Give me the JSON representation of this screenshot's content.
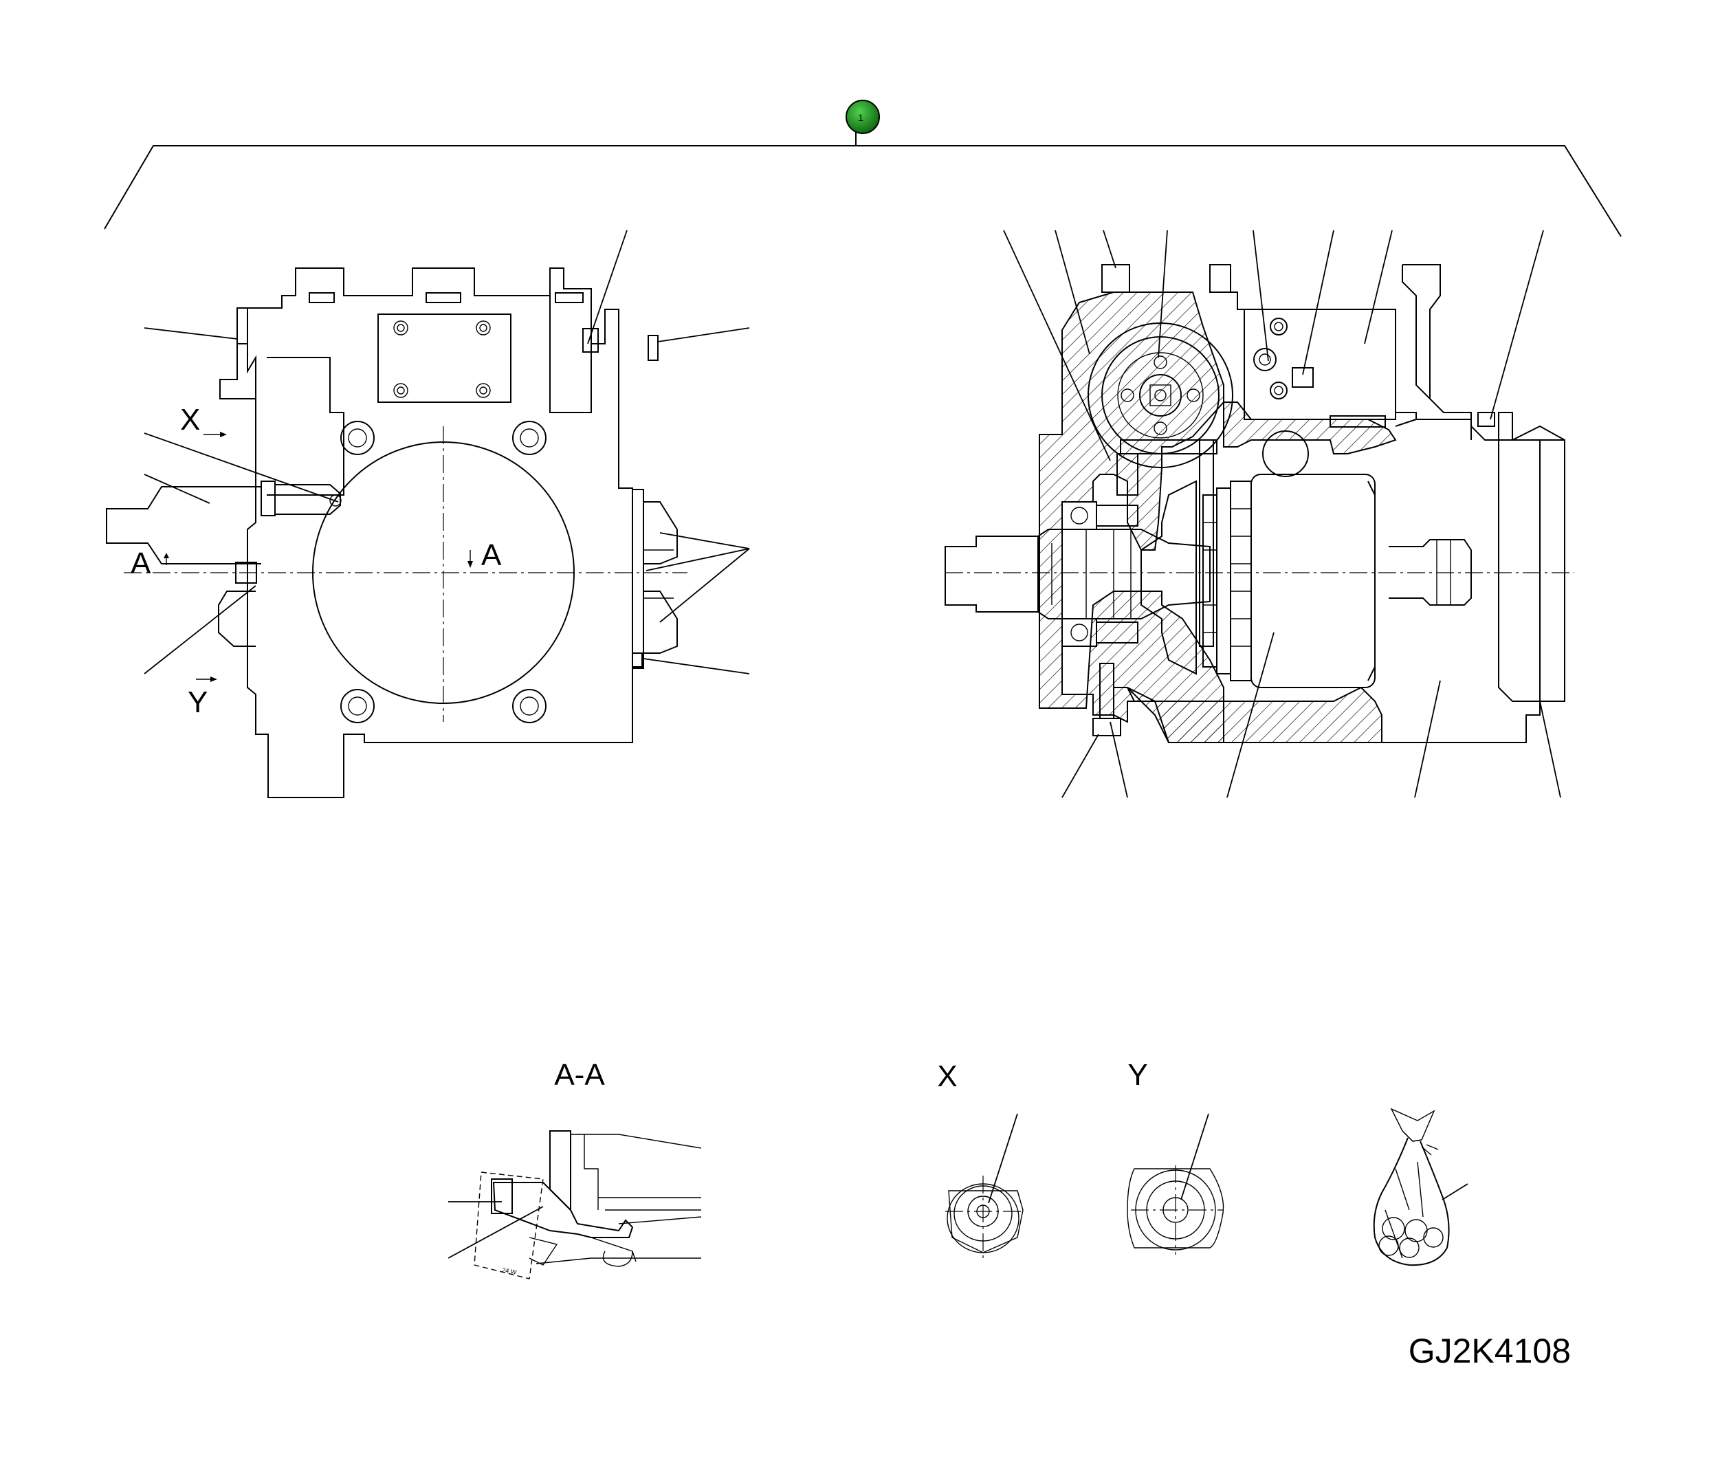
{
  "callout": {
    "number": "1",
    "color": "#1a8a1a"
  },
  "view_labels": {
    "x_arrow": "X",
    "y_arrow": "Y",
    "section_left": "A",
    "section_right": "A"
  },
  "detail_titles": {
    "section_aa": "A-A",
    "view_x": "X",
    "view_y": "Y"
  },
  "drawing_code": "GJ2K4108"
}
